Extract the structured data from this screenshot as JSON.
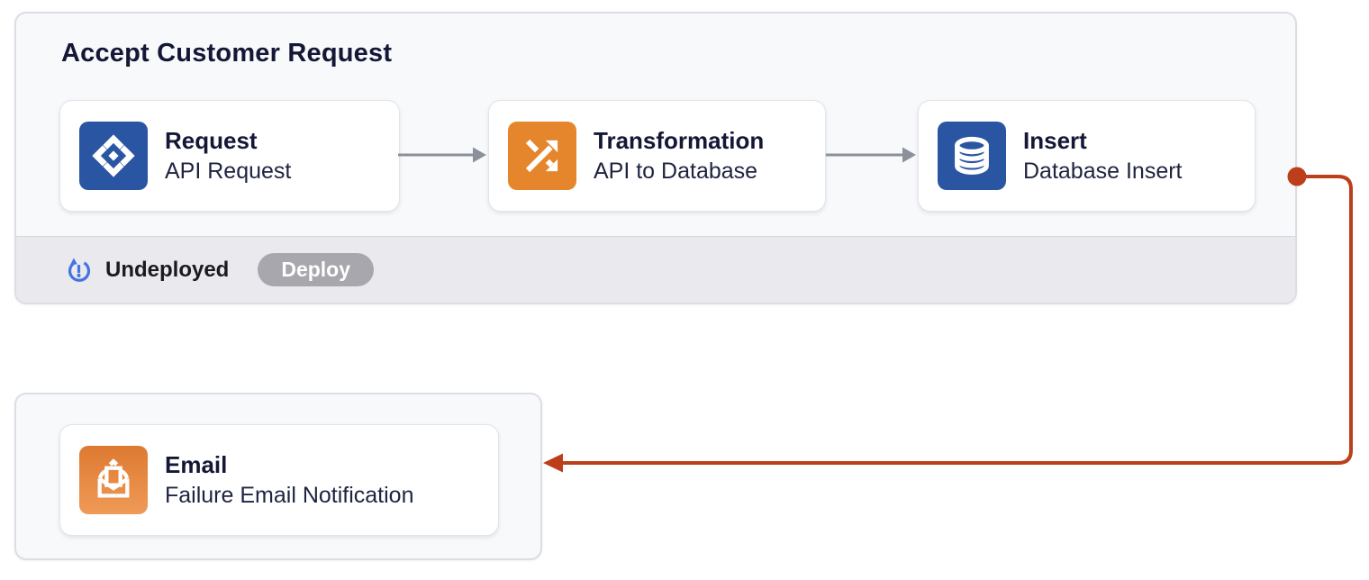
{
  "main_flow": {
    "title": "Accept Customer Request",
    "steps": [
      {
        "title": "Request",
        "subtitle": "API Request",
        "icon": "trigger-icon",
        "icon_bg": "#2a55a3"
      },
      {
        "title": "Transformation",
        "subtitle": "API to Database",
        "icon": "shuffle-icon",
        "icon_bg": "#e5862c"
      },
      {
        "title": "Insert",
        "subtitle": "Database Insert",
        "icon": "database-icon",
        "icon_bg": "#2a55a3"
      }
    ],
    "status": {
      "label": "Undeployed",
      "icon": "undeployed-icon",
      "deploy_button": "Deploy"
    }
  },
  "error_flow": {
    "steps": [
      {
        "title": "Email",
        "subtitle": "Failure Email Notification",
        "icon": "email-icon",
        "icon_bg": "#dd7a31"
      }
    ]
  },
  "connectors": {
    "step_arrow_color": "#8b909b",
    "failure_path_color": "#bc3e1a",
    "failure_path_from": "main-flow-right-edge",
    "failure_path_to": "error-flow-email-card"
  },
  "colors": {
    "container_bg": "#f8f9fb",
    "container_border": "#dcdee6",
    "status_bar_bg": "#e9e9ee",
    "deploy_button_bg": "#a7a7ad",
    "title_text": "#141735",
    "status_icon_blue": "#4473e3"
  }
}
